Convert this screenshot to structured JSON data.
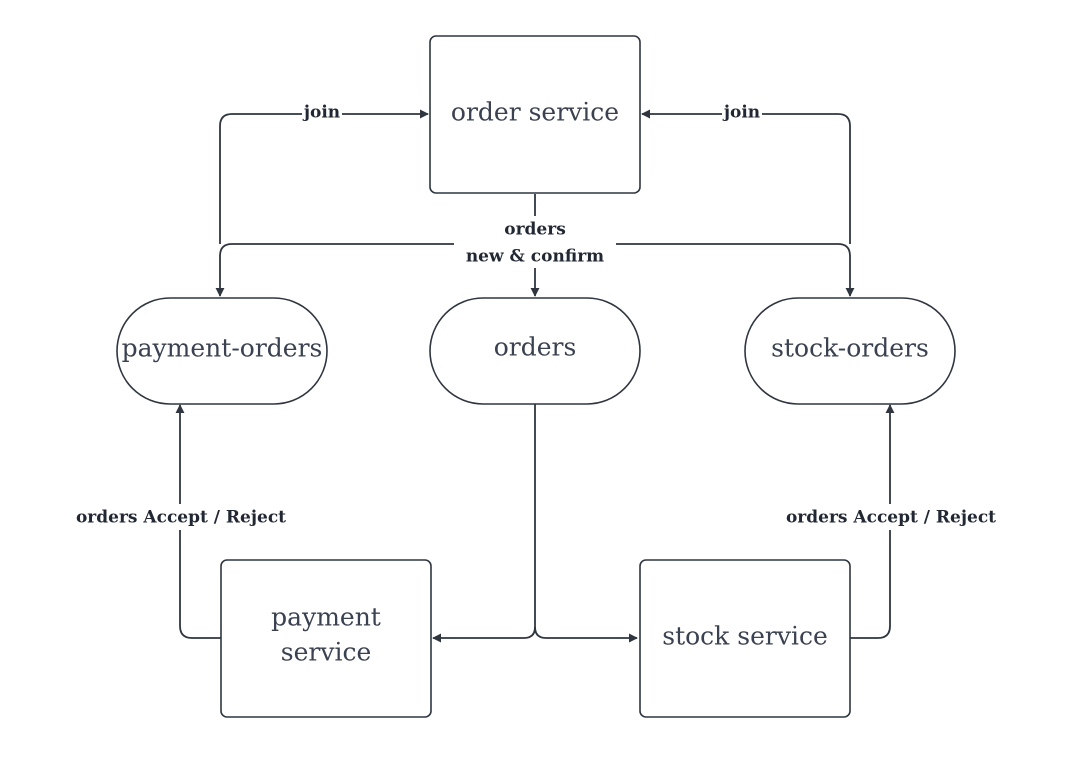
{
  "nodes": {
    "order_service": "order service",
    "payment_orders": "payment-orders",
    "orders_topic": "orders",
    "stock_orders": "stock-orders",
    "payment_service_line1": "payment",
    "payment_service_line2": "service",
    "stock_service": "stock service"
  },
  "edges": {
    "join_left": "join",
    "join_right": "join",
    "orders_line1": "orders",
    "orders_line2": "new & confirm",
    "accept_reject_left": "orders Accept / Reject",
    "accept_reject_right": "orders Accept / Reject"
  },
  "colors": {
    "stroke": "#2f3640",
    "text": "#3a4150",
    "background": "#ffffff"
  }
}
